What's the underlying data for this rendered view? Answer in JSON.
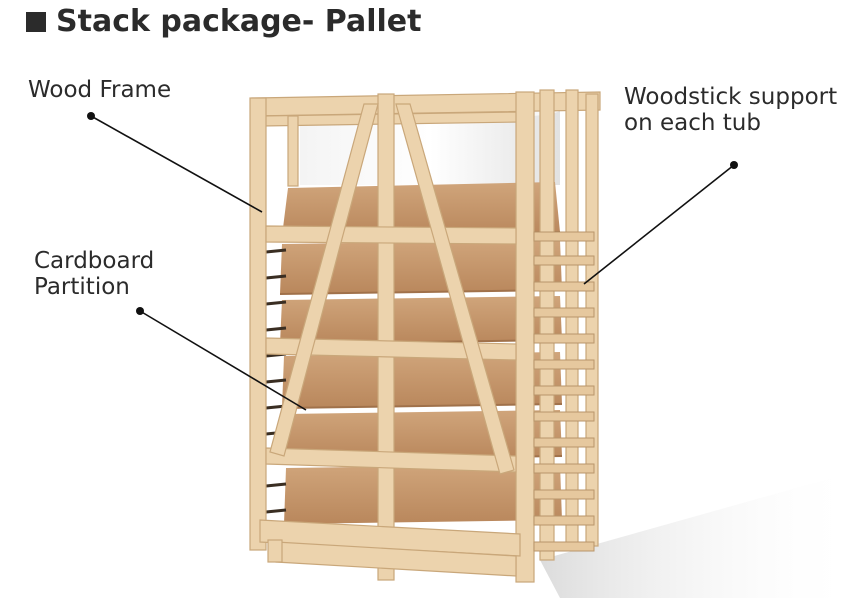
{
  "title": "Stack package- Pallet",
  "labels": {
    "wood_frame": "Wood Frame",
    "woodstick_line1": "Woodstick support",
    "woodstick_line2": "on each tub",
    "cardboard_line1": "Cardboard",
    "cardboard_line2": "Partition"
  },
  "colors": {
    "wood": "#ecd3ad",
    "wood_dark": "#c9a77a",
    "cardboard": "#c79a70",
    "cardboard_dark": "#a9774e",
    "text": "#2b2b2b"
  }
}
